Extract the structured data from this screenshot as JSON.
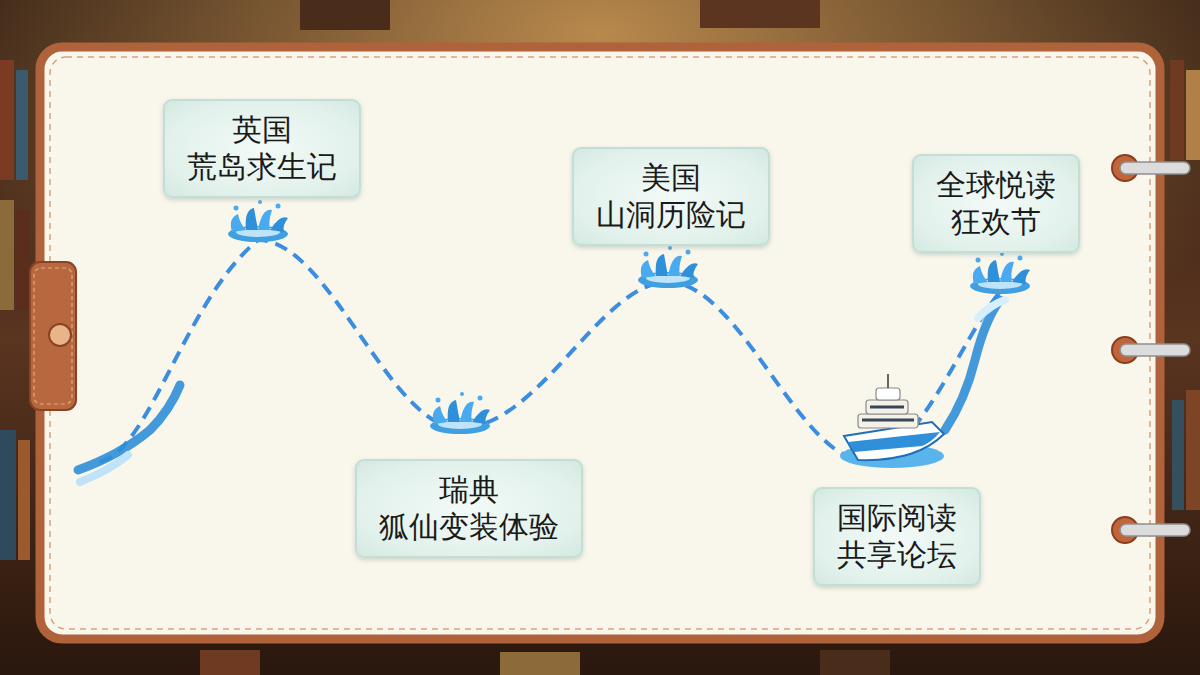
{
  "diagram": {
    "nodes": [
      {
        "text": [
          "英国 荒岛求生记"
        ]
      },
      {
        "text": [
          "瑞典 狐仙变装体验"
        ]
      },
      {
        "text": [
          "美国 山洞历险记"
        ]
      },
      {
        "text": [
          "国际阅读 共享论坛"
        ]
      },
      {
        "text": [
          "全球悦读 狂欢节"
        ]
      }
    ]
  }
}
